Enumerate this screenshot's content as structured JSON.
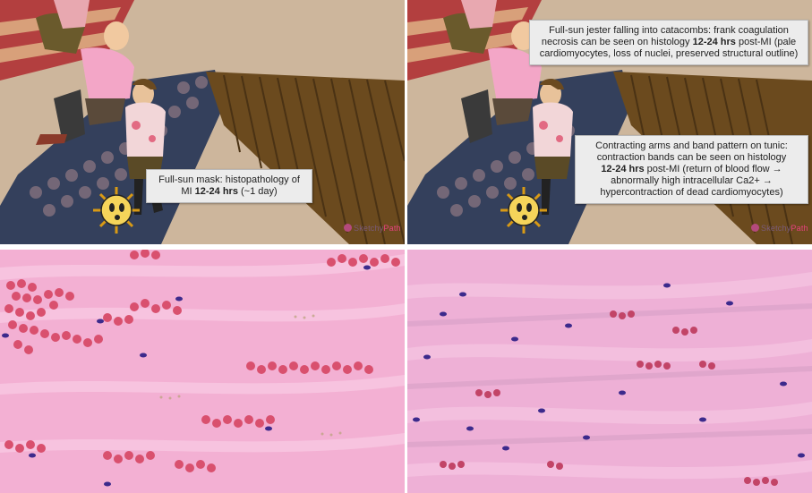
{
  "panels": {
    "top_left": {
      "callout": {
        "line1": "Full-sun mask: histopathology of",
        "line2_prefix": "MI ",
        "line2_bold": "12-24 hrs",
        "line2_suffix": " (~1 day)"
      },
      "brand": {
        "name": "Sketchy",
        "suffix": "Path"
      }
    },
    "top_right": {
      "callout_top": {
        "line1": "Full-sun jester falling into catacombs: frank coagulation",
        "line2_prefix": "necrosis can be seen on histology ",
        "line2_bold": "12-24 hrs",
        "line2_suffix": " post-MI (pale",
        "line3": "cardiomyocytes, loss of nuclei, preserved structural outline)"
      },
      "callout_bottom": {
        "line1": "Contracting arms and band pattern on tunic:",
        "line2": "contraction bands can be seen on histology",
        "line3_bold": "12-24 hrs",
        "line3_suffix": " post-MI (return of blood flow →",
        "line4": "abnormally high intracellular Ca2+ →",
        "line5": "hypercontraction of dead cardiomyocytes)"
      },
      "brand": {
        "name": "Sketchy",
        "suffix": "Path"
      }
    }
  },
  "colors": {
    "tissue_pink": "#f2a9cf",
    "rbc_red": "#d9506e",
    "nucleus_purple": "#3c2a8c",
    "scene_floor": "#c9b39a",
    "catacomb_grid": "#3d4a66",
    "wood_roof": "#6b4a1e"
  }
}
